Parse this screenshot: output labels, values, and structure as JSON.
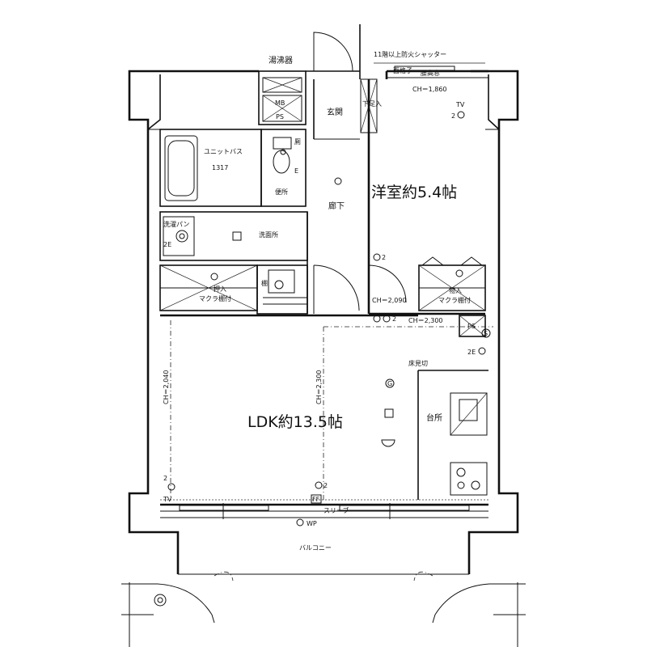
{
  "rooms": {
    "western_room": "洋室約5.4帖",
    "ldk": "LDK約13.5帖",
    "entrance": "玄関",
    "hallway": "廊下",
    "toilet": "便所",
    "unit_bath": "ユニットバス",
    "unit_bath_size": "1317",
    "washroom": "洗面所",
    "laundry_pan": "洗濯パン",
    "kitchen": "台所",
    "balcony": "バルコニー"
  },
  "labels": {
    "water_heater": "湯沸器",
    "fire_shutter": "11階以上防火シャッター",
    "face_lattice": "面格子",
    "waist_window": "腰高窓",
    "shoe_box": "下足入",
    "closet_left": "押入",
    "closet_right": "物入",
    "pillow_shelf_left": "マクラ棚付",
    "pillow_shelf_right": "マクラ棚付",
    "shelf": "棚",
    "floor_divider": "床見切",
    "sleeve": "スリーブ",
    "mb": "MB",
    "ps_upper": "PS",
    "ps_lower": "PS",
    "wp": "WP",
    "ff": "FF",
    "tv_upper": "TV",
    "tv_lower": "TV",
    "toilet_e": "E",
    "toilet_e_mark": "厠",
    "laundry_2e": "2E",
    "kitchen_2e": "2E",
    "gas_g": "G",
    "s_mark": "S",
    "outlet_2_a": "2",
    "outlet_2_b": "2",
    "outlet_2_c": "2",
    "outlet_2_d": "2",
    "outlet_2_e": "2"
  },
  "ceiling_heights": {
    "ch_entrance": "CH＝1,860",
    "ch_hall": "CH＝2,090",
    "ch_ldk_top": "CH＝2,300",
    "ch_ldk_left": "CH＝2,040",
    "ch_ldk_center": "CH＝2,300"
  },
  "colors": {
    "line": "#111111",
    "background": "#ffffff"
  }
}
